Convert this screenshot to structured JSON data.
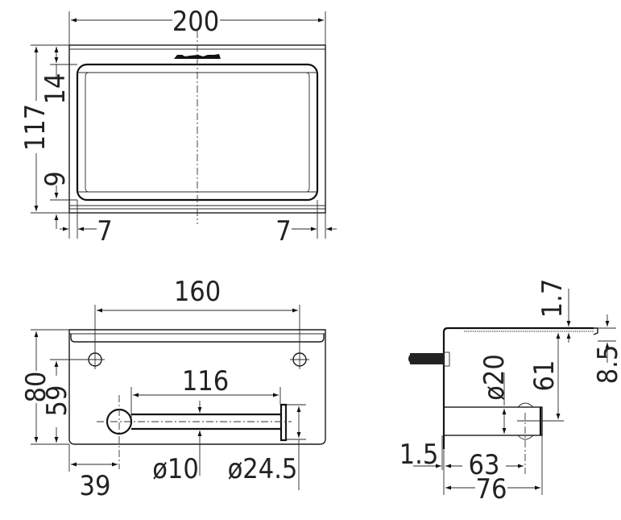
{
  "drawing": {
    "type": "technical-drawing",
    "subject": "wall-mounted toilet paper holder with shelf",
    "line_color": "#1a1a1a",
    "background": "#ffffff"
  },
  "top_view": {
    "width_dim": "200",
    "height_dim": "117",
    "top_margin_dim": "14",
    "bottom_margin_dim": "9",
    "left_margin_dim": "7",
    "right_margin_dim": "7"
  },
  "front_view": {
    "hole_spacing_dim": "160",
    "height_dim": "80",
    "bar_height_dim": "59",
    "bar_length_dim": "116",
    "bar_offset_dim": "39",
    "bar_diameter_dim": "ø10",
    "cap_diameter_dim": "ø24.5"
  },
  "side_view": {
    "shelf_thickness_dim": "1.7",
    "lip_height_dim": "8.5",
    "bar_drop_dim": "61",
    "tube_diameter_dim": "ø20",
    "wall_thickness_dim": "1.5",
    "bar_depth_dim": "63",
    "total_depth_dim": "76"
  }
}
